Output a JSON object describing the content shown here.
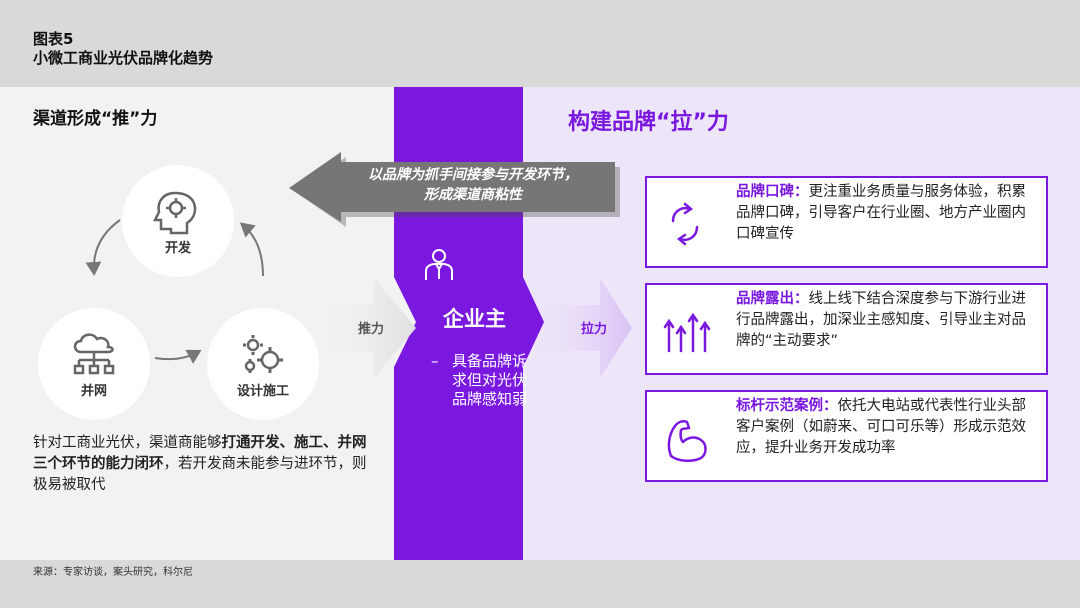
{
  "header": {
    "figure_no": "图表5",
    "title": "小微工商业光伏品牌化趋势"
  },
  "left": {
    "title": "渠道形成“推”力",
    "nodes": {
      "develop": "开发",
      "grid": "并网",
      "design": "设计施工"
    },
    "desc_prefix": "针对工商业光伏，渠道商能够",
    "desc_bold": "打通开发、施工、并网三个环节的能力闭环",
    "desc_suffix": "，若开发商未能参与进环节，则极易被取代"
  },
  "center": {
    "arrow_line1": "以品牌为抓手间接参与开发环节，",
    "arrow_line2": "形成渠道商粘性",
    "title": "企业主",
    "dash": "–",
    "desc": "具备品牌诉求但对光伏品牌感知弱",
    "push": "推力",
    "pull": "拉力"
  },
  "right": {
    "title": "构建品牌“拉”力",
    "cards": [
      {
        "head": "品牌口碑：",
        "body": "更注重业务质量与服务体验，积累品牌口碑，引导客户在行业圈、地方产业圈内口碑宣传",
        "icon": "refresh-icon"
      },
      {
        "head": "品牌露出：",
        "body": "线上线下结合深度参与下游行业进行品牌露出，加深业主感知度、引导业主对品牌的“主动要求”",
        "icon": "arrows-up-icon"
      },
      {
        "head": "标杆示范案例：",
        "body": "依托大电站或代表性行业头部客户案例（如蔚来、可口可乐等）形成示范效应，提升业务开发成功率",
        "icon": "muscle-arm-icon"
      }
    ]
  },
  "footer": {
    "source": "来源：专家访谈，案头研究，科尔尼"
  },
  "colors": {
    "accent": "#7a18e0",
    "left_bg": "#f2f2f2",
    "right_bg": "#ede5f8"
  }
}
